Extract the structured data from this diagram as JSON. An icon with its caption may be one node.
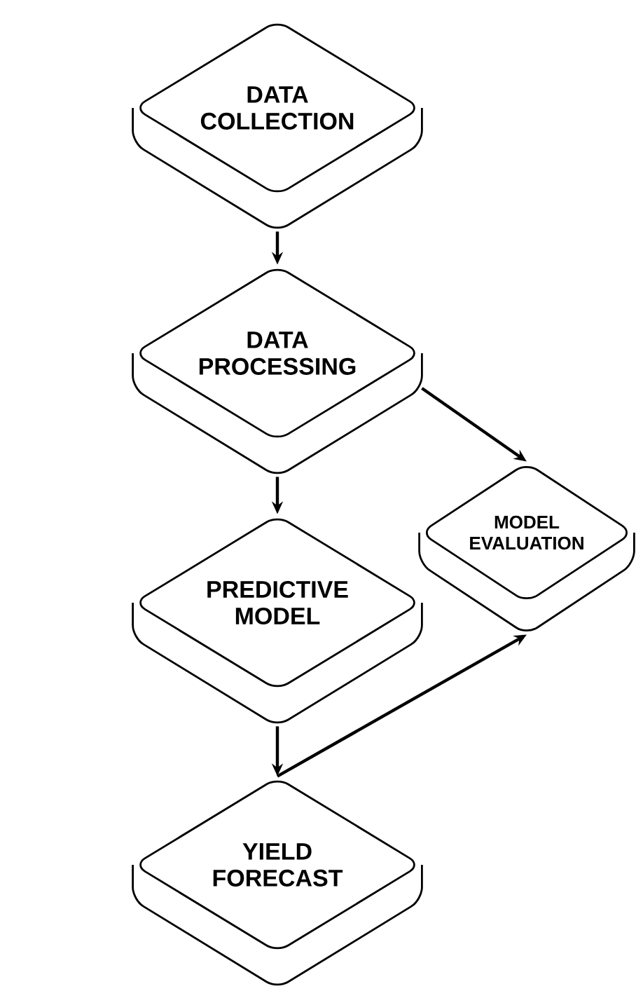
{
  "diagram": {
    "nodes": [
      {
        "text": [
          "DATA COLLECTION"
        ]
      },
      {
        "text": [
          "DATA PROCESSING"
        ]
      },
      {
        "text": [
          "PREDICTIVE MODEL"
        ]
      },
      {
        "text": [
          "YIELD FORECAST"
        ]
      },
      {
        "text": [
          "MODEL EVALUATION"
        ]
      }
    ],
    "edges": [
      {
        "from": 0,
        "to": 1,
        "arrow": "to"
      },
      {
        "from": 1,
        "to": 2,
        "arrow": "to"
      },
      {
        "from": 2,
        "to": 3,
        "arrow": "to"
      },
      {
        "from": 1,
        "to": 4,
        "arrow": "to"
      },
      {
        "from": 3,
        "to": 4,
        "arrow": "to"
      }
    ]
  }
}
